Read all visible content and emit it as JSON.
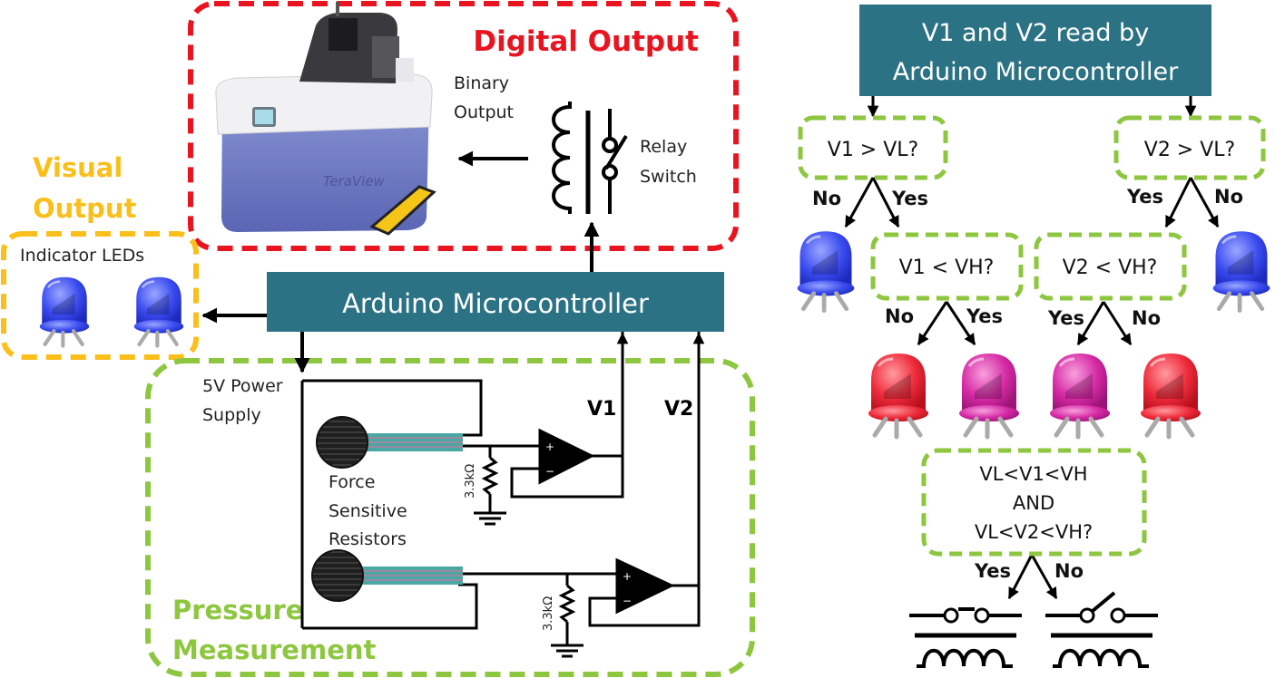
{
  "digital_output": {
    "title": "Digital Output",
    "binary_output_line1": "Binary",
    "binary_output_line2": "Output",
    "relay_line1": "Relay",
    "relay_line2": "Switch",
    "device_brand": "TeraView"
  },
  "visual_output": {
    "title_line1": "Visual",
    "title_line2": "Output",
    "leds_label": "Indicator LEDs"
  },
  "arduino_label": "Arduino Microcontroller",
  "pressure": {
    "power_line1": "5V Power",
    "power_line2": "Supply",
    "fsr_line1": "Force",
    "fsr_line2": "Sensitive",
    "fsr_line3": "Resistors",
    "resistor_value": "3.3kΩ",
    "v1": "V1",
    "v2": "V2",
    "title_line1": "Pressure",
    "title_line2": "Measurement"
  },
  "flowchart": {
    "top_line1": "V1 and V2 read by",
    "top_line2": "Arduino Microcontroller",
    "q_v1_vl": "V1 > VL?",
    "q_v2_vl": "V2 > VL?",
    "q_v1_vh": "V1 < VH?",
    "q_v2_vh": "V2 < VH?",
    "q_both_line1": "VL<V1<VH",
    "q_both_line2": "AND",
    "q_both_line3": "VL<V2<VH?",
    "yes": "Yes",
    "no": "No"
  },
  "colors": {
    "red": "#e8141f",
    "orange": "#fbbf1b",
    "green": "#8dc63f",
    "teal": "#2c7285",
    "blue_led": "#3b4cf0",
    "red_led": "#ee2a3a",
    "pink_led": "#d62aa5"
  }
}
